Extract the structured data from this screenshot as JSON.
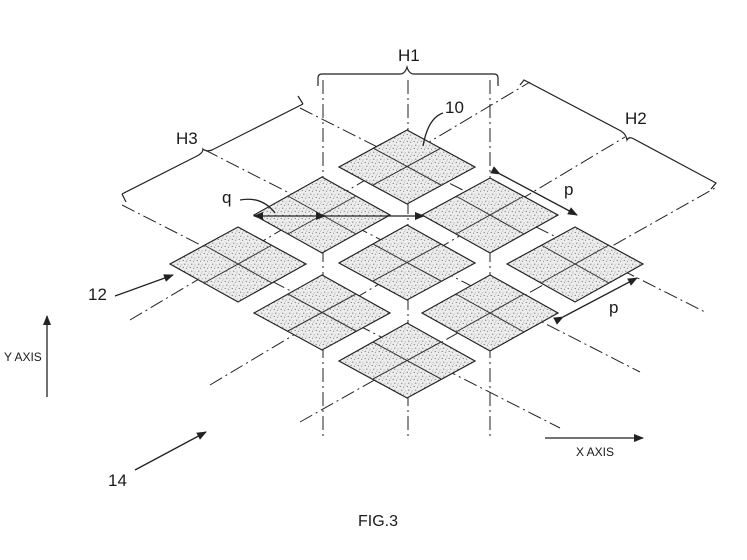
{
  "figure": {
    "caption": "FIG.3",
    "labels": {
      "h1": "H1",
      "h2": "H2",
      "h3": "H3",
      "ref10": "10",
      "ref12": "12",
      "ref14": "14",
      "q": "q",
      "p_upper": "p",
      "p_lower": "p",
      "y_axis": "Y AXIS",
      "x_axis": "X AXIS"
    }
  }
}
